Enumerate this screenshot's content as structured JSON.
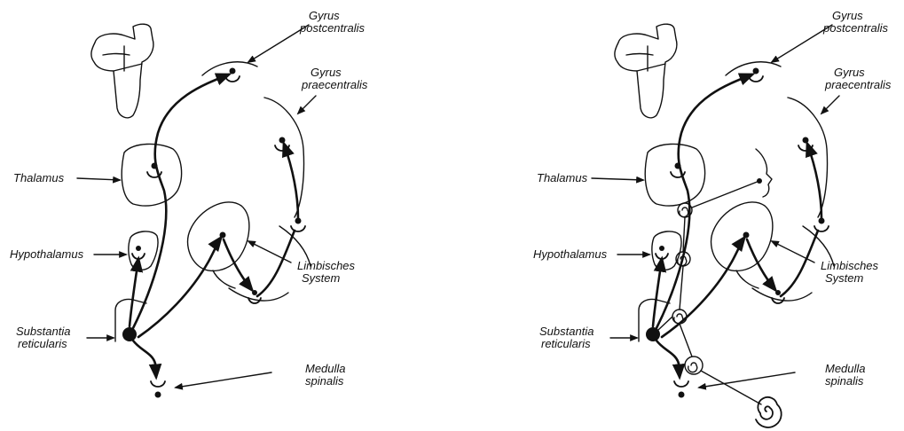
{
  "labels": {
    "gyrus_postcentralis_1": "Gyrus",
    "gyrus_postcentralis_2": "postcentralis",
    "gyrus_praecentralis_1": "Gyrus",
    "gyrus_praecentralis_2": "praecentralis",
    "thalamus": "Thalamus",
    "hypothalamus": "Hypothalamus",
    "limbisches_1": "Limbisches",
    "limbisches_2": "System",
    "substantia_1": "Substantia",
    "substantia_2": "reticularis",
    "medulla_1": "Medulla",
    "medulla_2": "spinalis"
  },
  "colors": {
    "ink": "#111111",
    "background": "#ffffff"
  }
}
